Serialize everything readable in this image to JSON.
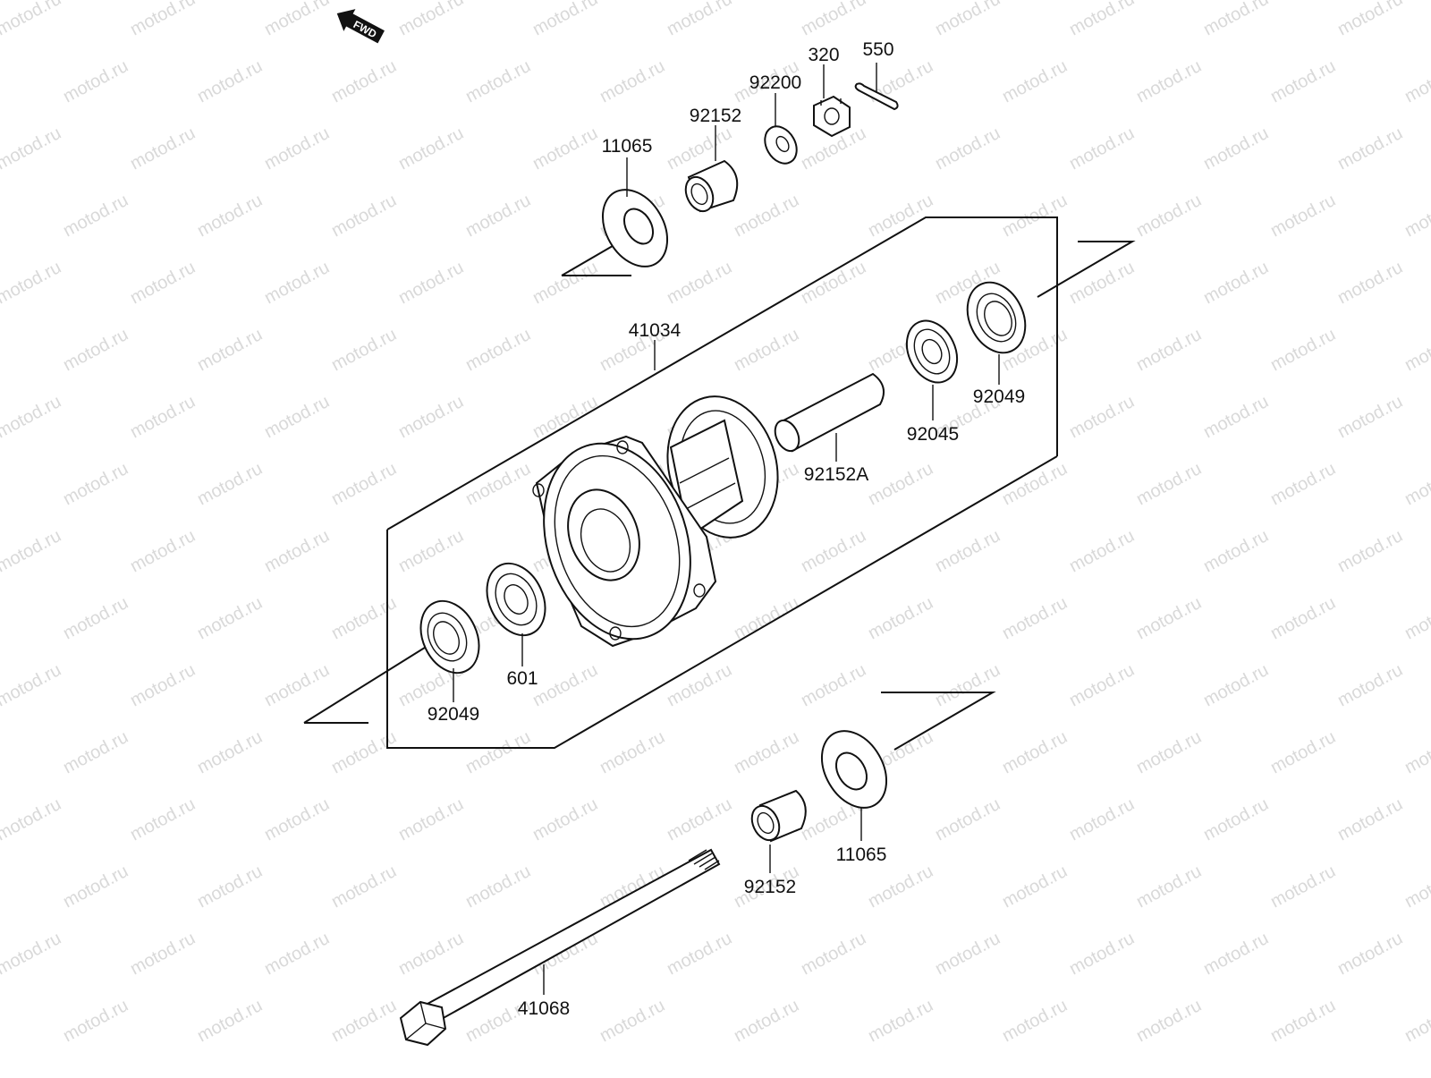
{
  "watermark": {
    "text": "motod.ru"
  },
  "fwd": {
    "label": "FWD"
  },
  "labels": {
    "p11065_top": "11065",
    "p92152_top": "92152",
    "p92200": "92200",
    "p320": "320",
    "p550": "550",
    "p41034": "41034",
    "p92049_right": "92049",
    "p92045": "92045",
    "p92152A": "92152A",
    "p92049_left": "92049",
    "p601": "601",
    "p11065_bottom": "11065",
    "p92152_bottom": "92152",
    "p41068": "41068"
  }
}
